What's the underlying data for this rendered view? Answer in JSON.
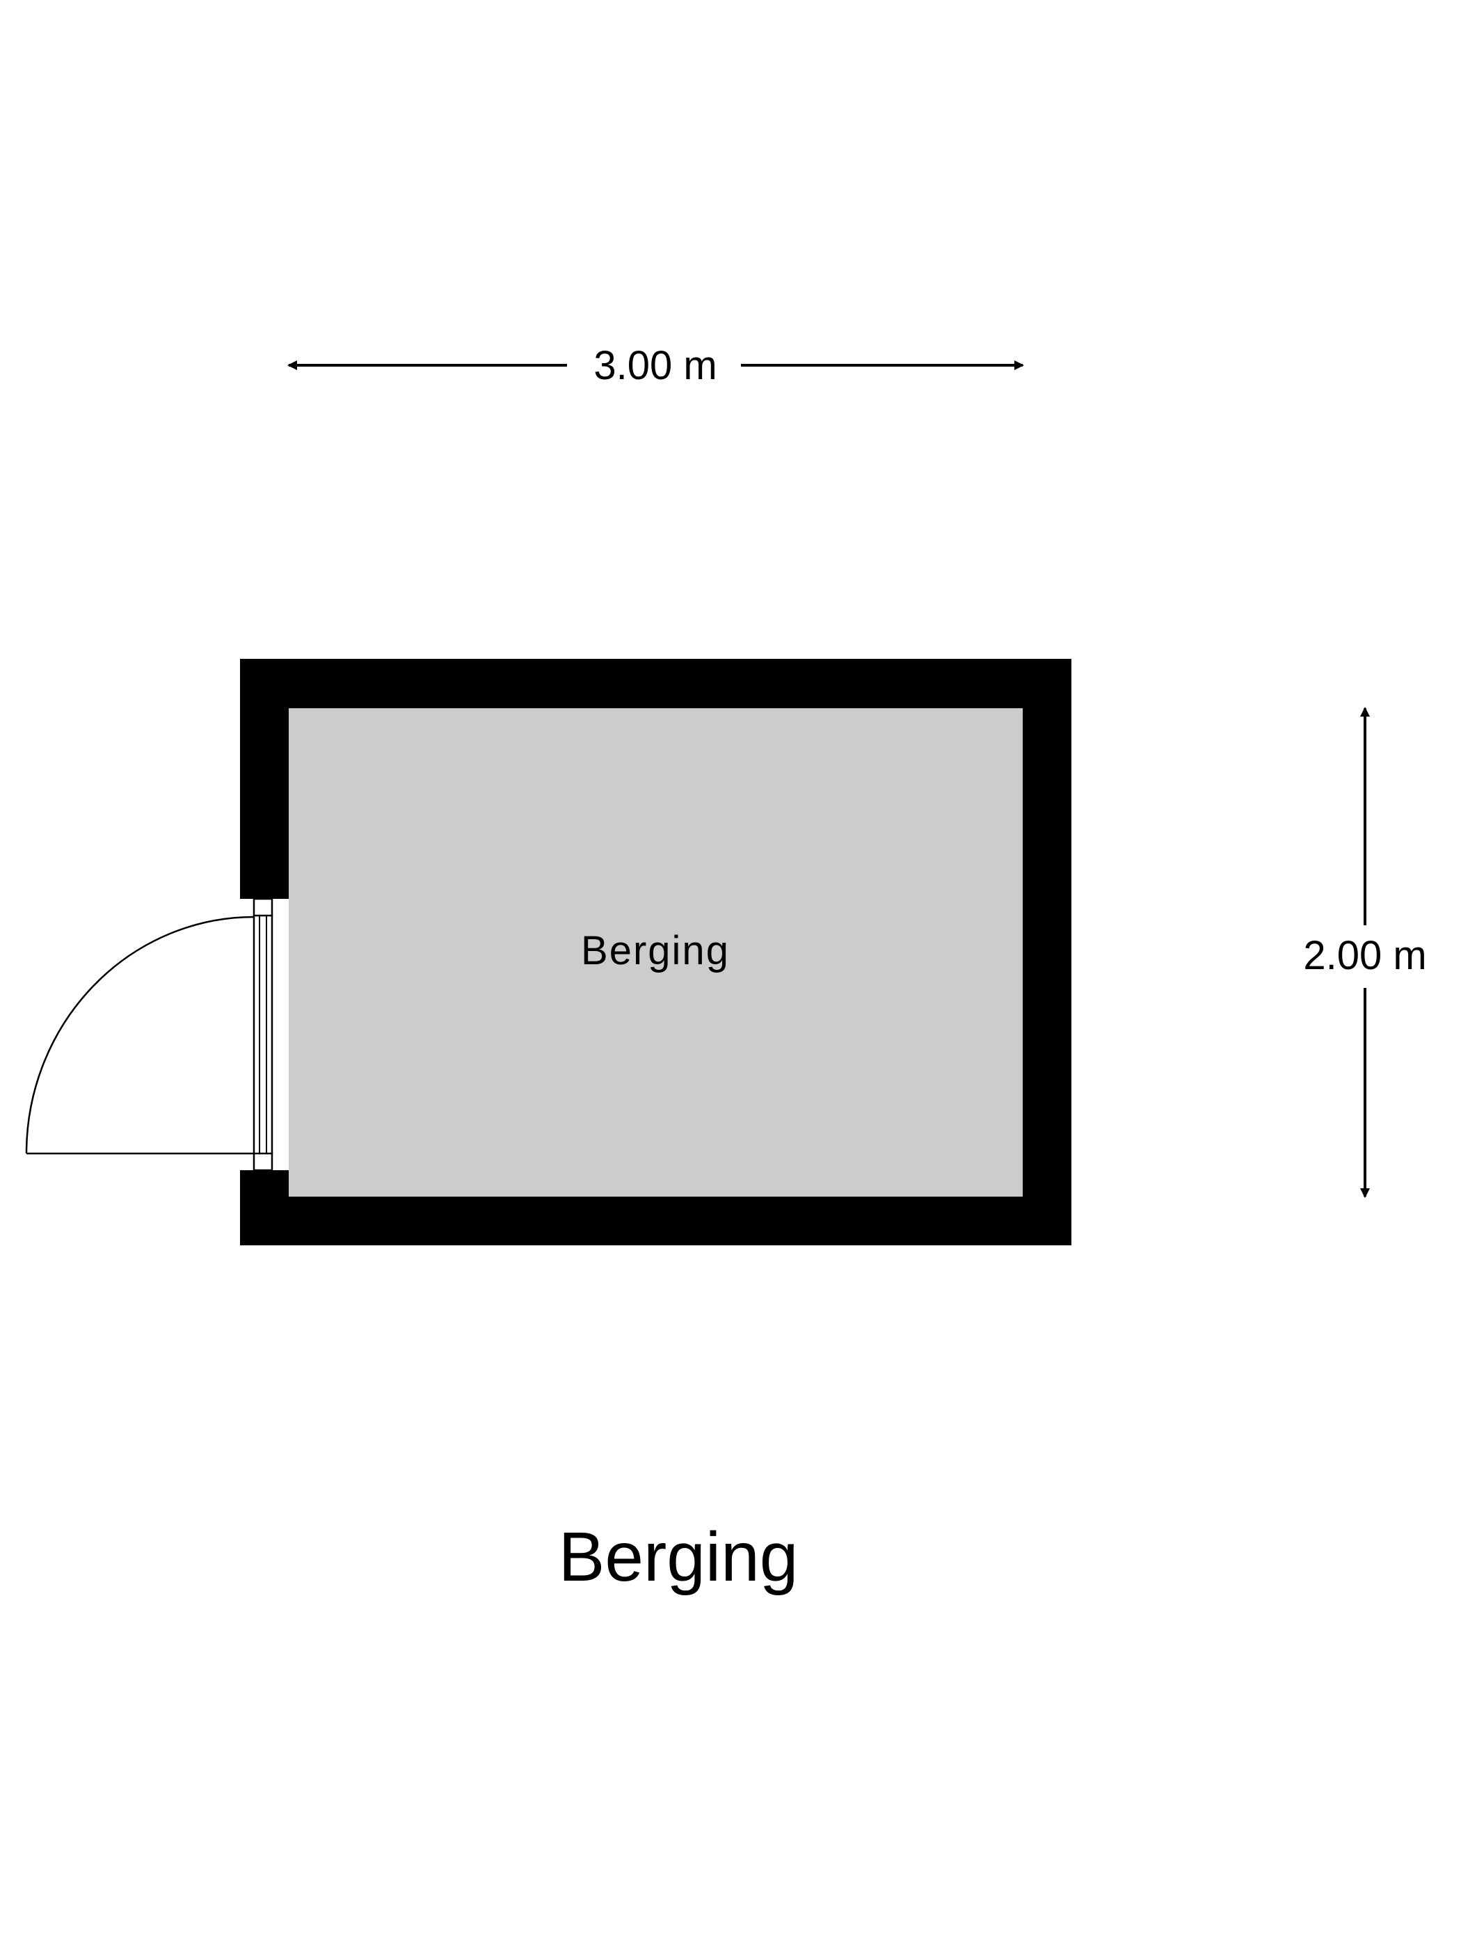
{
  "floor_plan": {
    "title": "Berging",
    "room": {
      "name": "Berging"
    },
    "dimensions": {
      "width_label": "3.00 m",
      "depth_label": "2.00 m"
    }
  },
  "colors": {
    "wall": "#000000",
    "floor": "#cccccc",
    "background": "#ffffff",
    "line": "#000000"
  },
  "icons": {
    "door": "door-swing-icon",
    "dimension_arrows": "double-arrow-icon"
  }
}
